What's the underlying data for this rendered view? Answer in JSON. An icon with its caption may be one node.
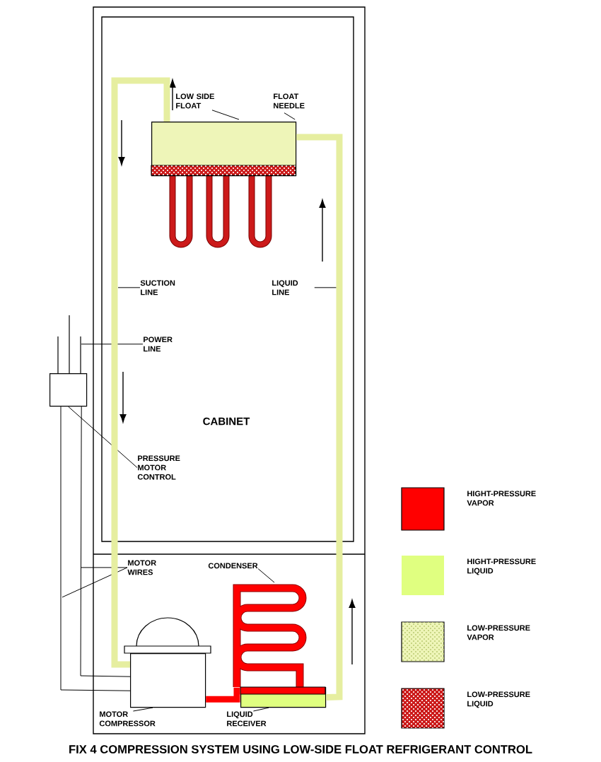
{
  "diagram": {
    "caption": "FIX 4 COMPRESSION SYSTEM USING LOW-SIDE FLOAT REFRIGERANT CONTROL",
    "nodes": [
      {
        "text": [
          "LOW SIDE FLOAT"
        ]
      },
      {
        "text": [
          "FLOAT NEEDLE"
        ]
      },
      {
        "text": [],
        "shape": "box"
      },
      {
        "text": [
          "SUCTION LINE"
        ]
      },
      {
        "text": [
          "LIQUID LINE"
        ]
      },
      {
        "text": [
          "POWER LINE"
        ]
      },
      {
        "text": [],
        "shape": "box"
      },
      {
        "text": [
          "PRESSURE MOTOR CONTROL"
        ]
      },
      {
        "text": [
          "MOTOR WIRES"
        ]
      },
      {
        "text": [
          "CONDENSER"
        ]
      },
      {
        "text": [],
        "shape": "coil"
      },
      {
        "text": [],
        "shape": "compressor"
      },
      {
        "text": [],
        "shape": "box"
      },
      {
        "text": [
          "MOTOR COMPRESSOR"
        ]
      },
      {
        "text": [
          "LIQUID RECEIVER"
        ]
      }
    ],
    "edges": [
      {
        "from": 0,
        "to": 2,
        "arrow": "none"
      },
      {
        "from": 1,
        "to": 2,
        "arrow": "none"
      },
      {
        "from": 3,
        "to": null,
        "arrow": "none"
      },
      {
        "from": 4,
        "to": null,
        "arrow": "none"
      },
      {
        "from": 5,
        "to": null,
        "arrow": "none"
      },
      {
        "from": 7,
        "to": 6,
        "arrow": "none"
      },
      {
        "from": 8,
        "to": null,
        "arrow": "none"
      },
      {
        "from": 8,
        "to": null,
        "arrow": "none"
      },
      {
        "from": 9,
        "to": 10,
        "arrow": "none"
      },
      {
        "from": 13,
        "to": 11,
        "arrow": "none"
      },
      {
        "from": 14,
        "to": 12,
        "arrow": "none"
      },
      {
        "from": 2,
        "to": 11,
        "arrow": "none",
        "style": "thick",
        "color": "#e6eea0"
      },
      {
        "from": 11,
        "to": 10,
        "arrow": "none",
        "style": "thick",
        "color": "#ff0000"
      },
      {
        "from": 12,
        "to": 2,
        "arrow": "none",
        "style": "thick",
        "color": "#e6eea0"
      },
      {
        "from": 6,
        "to": 11,
        "arrow": "none"
      },
      {
        "from": 6,
        "to": 11,
        "arrow": "none"
      }
    ],
    "labels": [
      "CABINET"
    ],
    "legend": [
      {
        "text": "HIGHT-PRESSURE VAPOR",
        "color": "#ff0000"
      },
      {
        "text": "HIGHT-PRESSURE LIQUID",
        "color": "#e0ff80"
      },
      {
        "text": "LOW-PRESSURE VAPOR",
        "color": "#eef5b8"
      },
      {
        "text": "LOW-PRESSURE LIQUID",
        "color": "#cc1a1a"
      }
    ]
  }
}
